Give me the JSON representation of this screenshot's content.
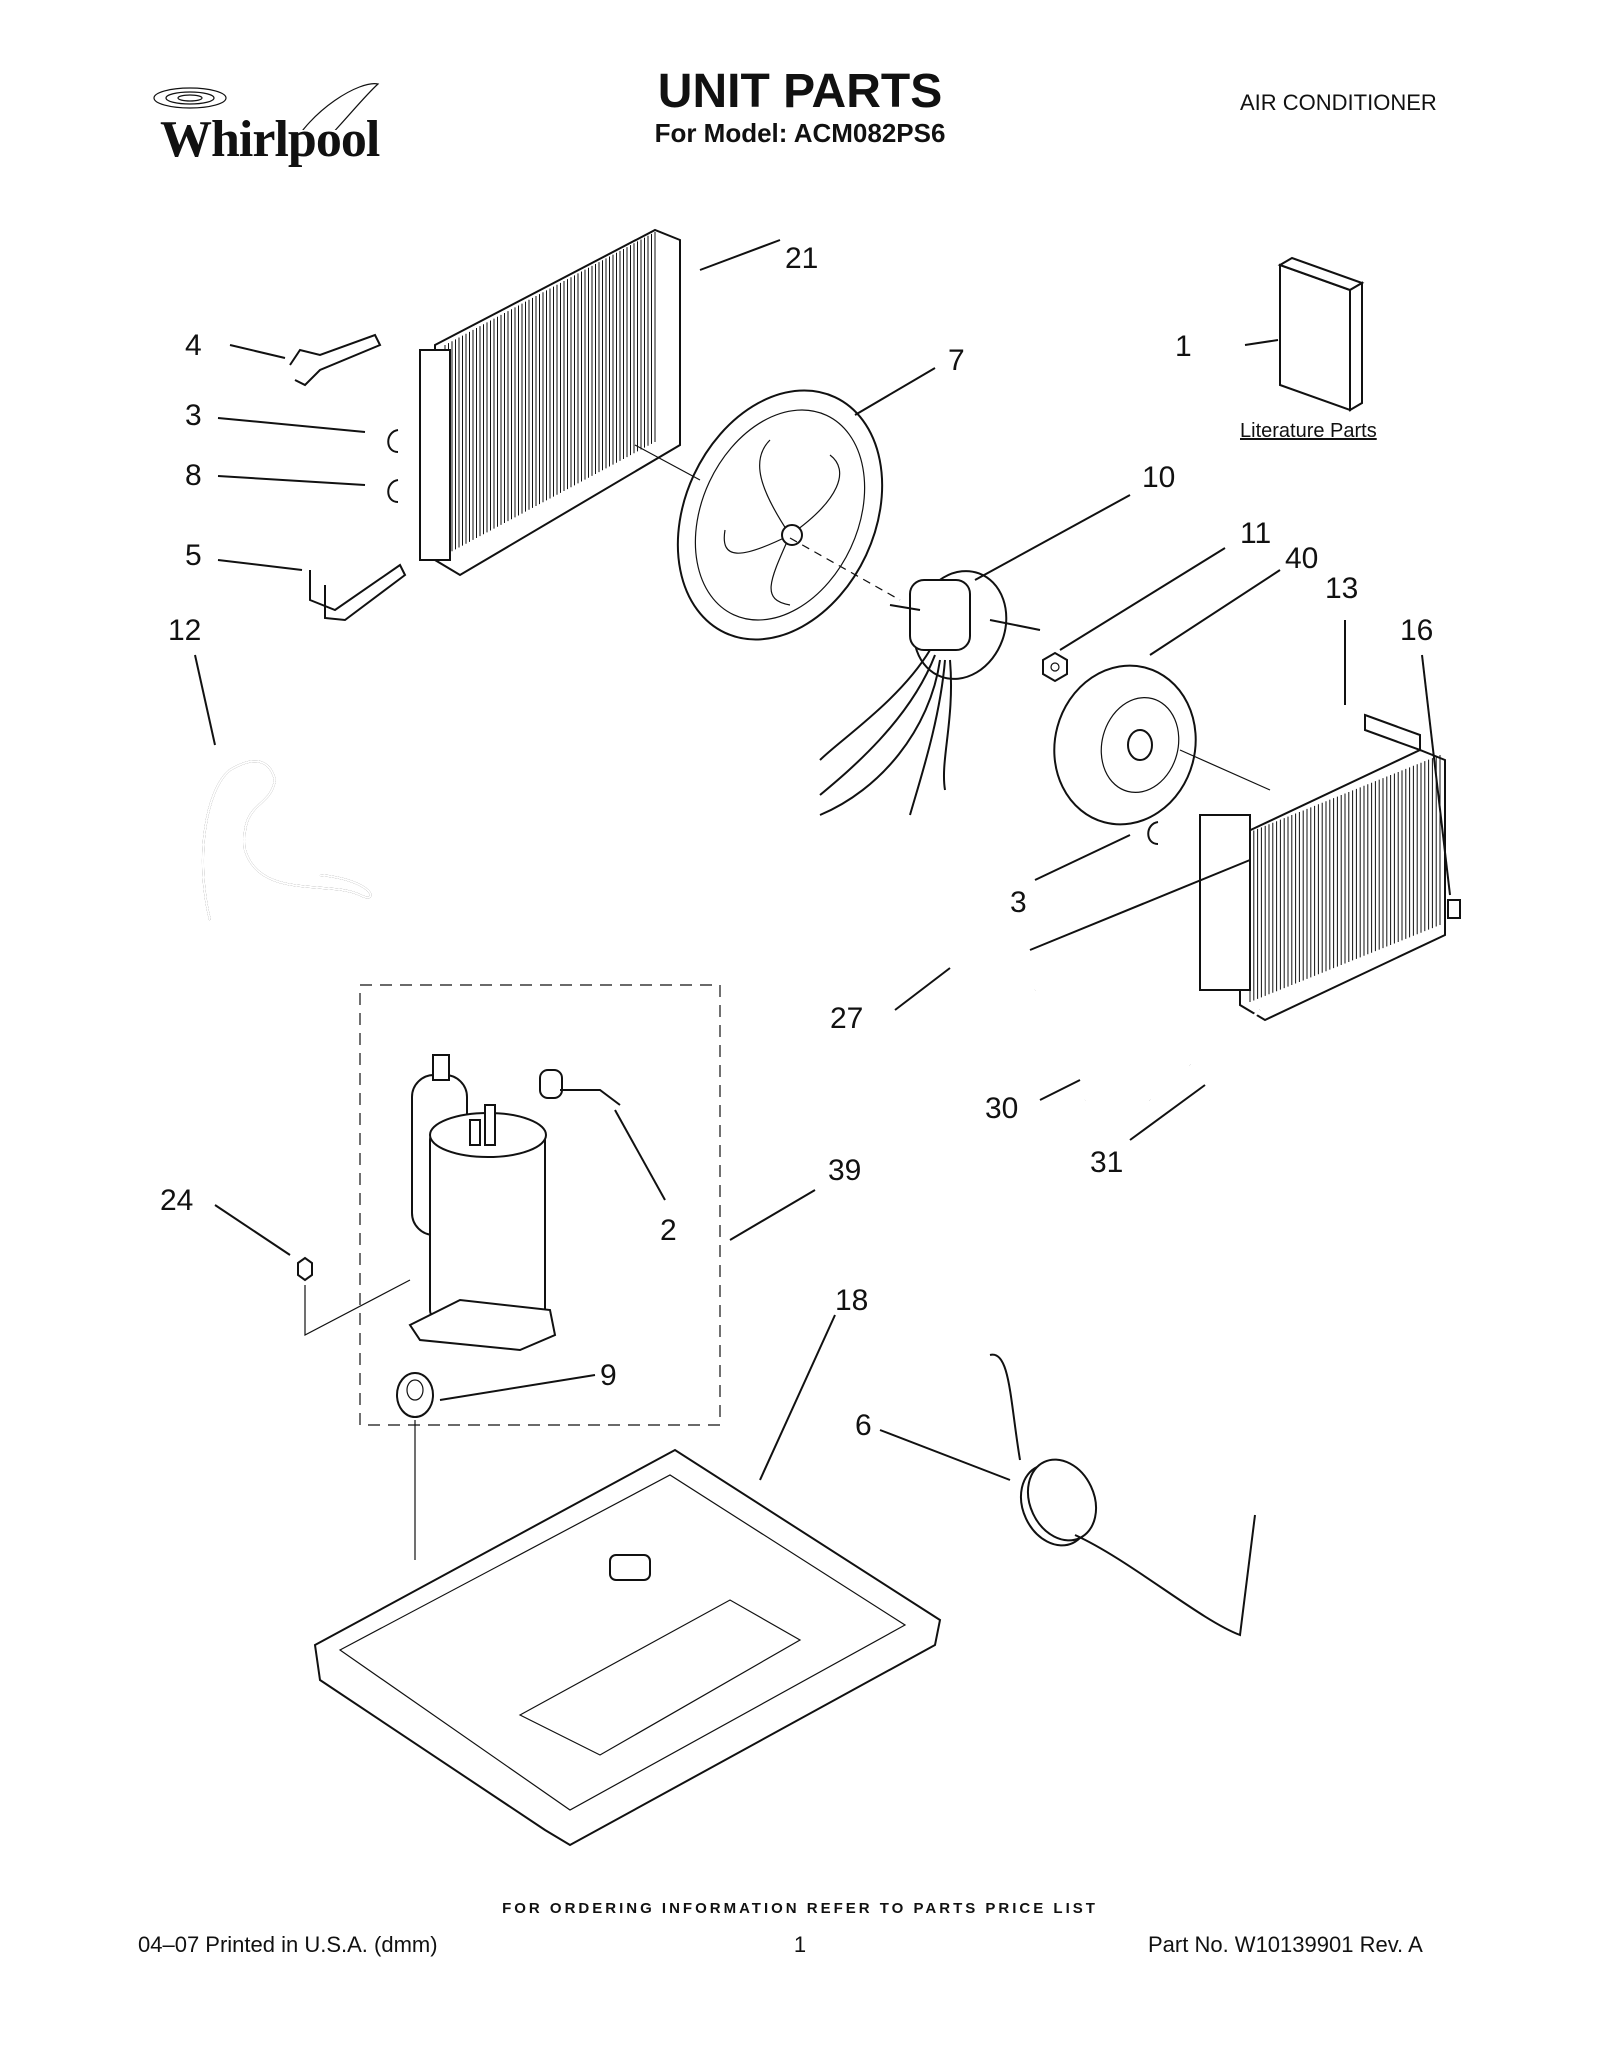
{
  "header": {
    "brand": "Whirlpool",
    "title": "UNIT PARTS",
    "subtitle": "For Model: ACM082PS6",
    "category": "AIR CONDITIONER"
  },
  "literature_label": "Literature Parts",
  "callouts": [
    "1",
    "2",
    "3",
    "3",
    "4",
    "5",
    "6",
    "7",
    "8",
    "9",
    "10",
    "11",
    "12",
    "13",
    "16",
    "18",
    "21",
    "24",
    "27",
    "30",
    "31",
    "39",
    "40"
  ],
  "footer": {
    "note": "FOR ORDERING INFORMATION REFER TO PARTS PRICE LIST",
    "left": "04–07 Printed in U.S.A. (dmm)",
    "page": "1",
    "right": "Part No. W10139901 Rev. A"
  }
}
